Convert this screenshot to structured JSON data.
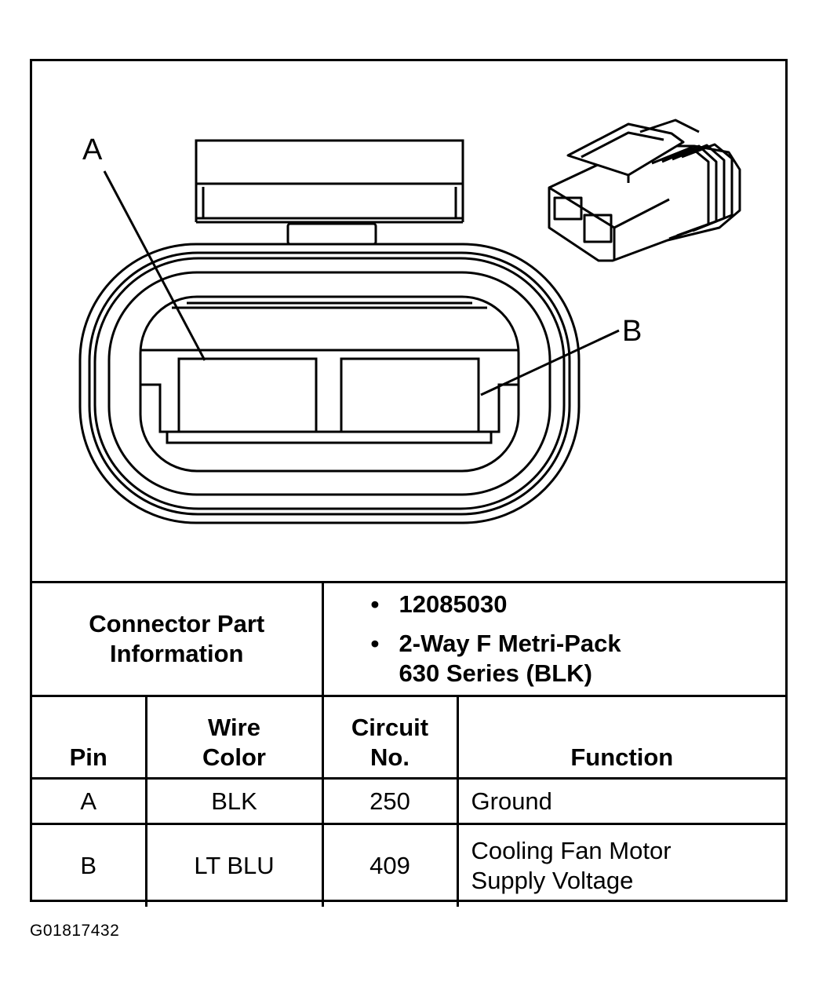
{
  "diagram": {
    "callout_a": "A",
    "callout_b": "B"
  },
  "connector_info": {
    "label_line1": "Connector Part",
    "label_line2": "Information",
    "bullet": "•",
    "part_number": "12085030",
    "description_line1": "2-Way F Metri-Pack",
    "description_line2": "630 Series (BLK)"
  },
  "table": {
    "headers": {
      "pin": "Pin",
      "wire_color_line1": "Wire",
      "wire_color_line2": "Color",
      "circuit_line1": "Circuit",
      "circuit_line2": "No.",
      "function": "Function"
    },
    "rows": [
      {
        "pin": "A",
        "wire_color": "BLK",
        "circuit": "250",
        "function_line1": "Ground",
        "function_line2": ""
      },
      {
        "pin": "B",
        "wire_color": "LT BLU",
        "circuit": "409",
        "function_line1": "Cooling Fan Motor",
        "function_line2": "Supply Voltage"
      }
    ]
  },
  "figure_id": "G01817432"
}
